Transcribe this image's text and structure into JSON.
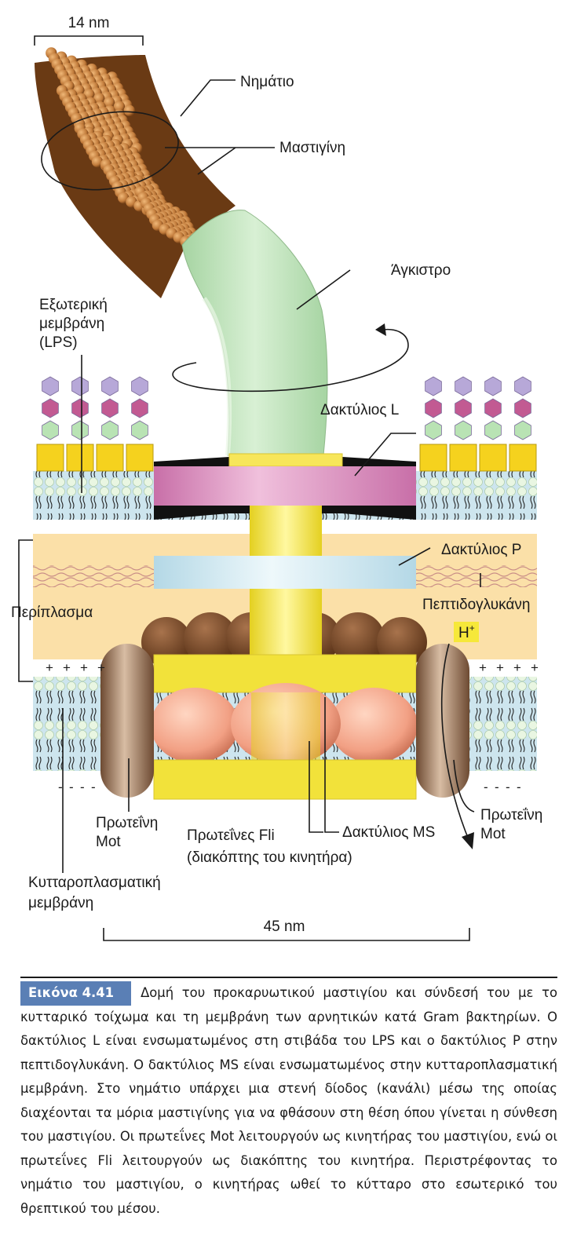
{
  "labels": {
    "width_14": "14 nm",
    "filament": "Νημάτιο",
    "flagellin": "Μαστιγίνη",
    "hook": "Άγκιστρο",
    "outer_membrane_1": "Εξωτερική",
    "outer_membrane_2": "μεμβράνη",
    "outer_membrane_3": "(LPS)",
    "l_ring": "Δακτύλιος L",
    "p_ring": "Δακτύλιος P",
    "peptidoglycan": "Πεπτιδογλυκάνη",
    "periplasm": "Περίπλασμα",
    "proton": "H",
    "proton_sup": "+",
    "mot_left_1": "Πρωτεΐνη",
    "mot_left_2": "Mot",
    "mot_right_1": "Πρωτεΐνη",
    "mot_right_2": "Mot",
    "fli_1": "Πρωτεΐνες Fli",
    "fli_2": "(διακόπτης του κινητήρα)",
    "ms_ring": "Δακτύλιος MS",
    "cyto_membrane_1": "Κυτταροπλασματική",
    "cyto_membrane_2": "μεμβράνη",
    "width_45": "45 nm",
    "plus_sign": "+",
    "minus_sign": "-"
  },
  "caption": {
    "figure_number": "Εικόνα 4.41",
    "text": "Δομή του προκαρυωτικού μαστιγίου και σύνδεσή του με το κυτταρικό τοίχωμα και τη μεμβράνη των αρνητικών κατά Gram βακτηρίων. Ο δακτύλιος L είναι ενσωματωμένος στη στιβάδα του LPS και ο δακτύλιος P στην πεπτιδογλυκάνη. Ο δακτύλιος MS είναι ενσωματωμένος στην κυτταροπλασματική μεμβράνη. Στο νημάτιο υπάρχει μια στενή δίοδος (κανάλι) μέσω της οποίας διαχέονται τα μόρια μαστιγίνης για να φθάσουν στη θέση όπου γίνεται η σύνθεση του μαστιγίου. Οι πρωτεΐνες Mot λειτουργούν ως κινητήρας του μαστιγίου, ενώ οι πρωτεΐνες Fli λειτουργούν ως διακόπτης του κινητήρα. Περιστρέφοντας το νημάτιο του μαστιγίου, ο κινητήρας ωθεί το κύτταρο στο εσωτερικό του θρεπτικού του μέσου."
  },
  "colors": {
    "filament": "#c07a3a",
    "hook": "#bfe3bc",
    "l_ring": "#d98fbf",
    "p_ring": "#cfe7ef",
    "rod": "#f2e23a",
    "ms_ring": "#f4a98b",
    "mot": "#a88466",
    "periplasm": "#fbe0a8",
    "membrane": "#cde5ee",
    "caption_tag": "#5a7fb5"
  }
}
